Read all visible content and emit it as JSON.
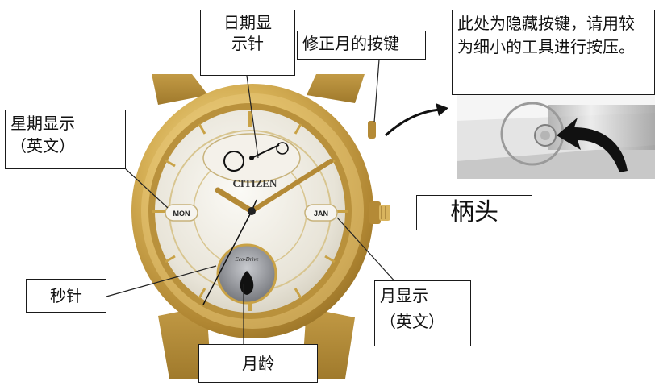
{
  "callouts": {
    "date_hand": "日期显\n示针",
    "month_fix_button": "修正月的按键",
    "hidden_button_note": "此处为隐藏按键，请用较为细小的工具进行按压。",
    "weekday_display": "星期显示\n（英文）",
    "crown": "柄头",
    "second_hand": "秒针",
    "month_display": "月显示\n（英文）",
    "moon_phase": "月龄"
  },
  "dial": {
    "brand": "CITIZEN",
    "weekday_window": "MON",
    "month_window": "JAN",
    "subdial_label": "Eco-Drive"
  },
  "colors": {
    "gold_case": "#c9a246",
    "gold_light": "#f0d682",
    "dial": "#ebe7dd",
    "moon_disc": "#8a8c90",
    "steel": "#bcbcbc"
  }
}
